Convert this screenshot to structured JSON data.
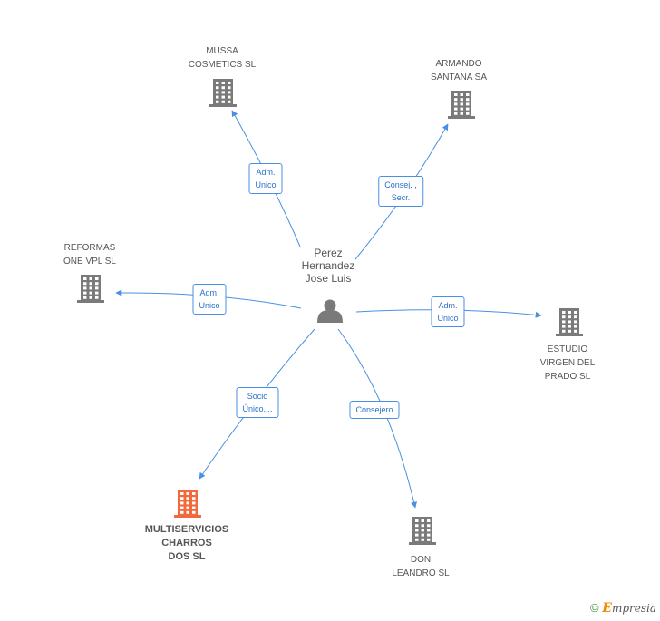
{
  "center": {
    "lines": [
      "Perez",
      "Hernandez",
      "Jose Luis"
    ],
    "icon": "person-icon"
  },
  "nodes": [
    {
      "id": "mussa",
      "lines": [
        "MUSSA",
        "COSMETICS  SL"
      ],
      "icon": "building-icon",
      "color": "#7a7a7a",
      "highlight": false
    },
    {
      "id": "armando",
      "lines": [
        "ARMANDO",
        "SANTANA SA"
      ],
      "icon": "building-icon",
      "color": "#7a7a7a",
      "highlight": false
    },
    {
      "id": "reformas",
      "lines": [
        "REFORMAS",
        "ONE VPL SL"
      ],
      "icon": "building-icon",
      "color": "#7a7a7a",
      "highlight": false
    },
    {
      "id": "estudio",
      "lines": [
        "ESTUDIO",
        "VIRGEN DEL",
        "PRADO SL"
      ],
      "icon": "building-icon",
      "color": "#7a7a7a",
      "highlight": false
    },
    {
      "id": "multiservicios",
      "lines": [
        "MULTISERVICIOS",
        "CHARROS",
        "DOS SL"
      ],
      "icon": "building-icon",
      "color": "#f26a3c",
      "highlight": true
    },
    {
      "id": "don",
      "lines": [
        "DON",
        "LEANDRO SL"
      ],
      "icon": "building-icon",
      "color": "#7a7a7a",
      "highlight": false
    }
  ],
  "edges": [
    {
      "to": "mussa",
      "lines": [
        "Adm.",
        "Unico"
      ]
    },
    {
      "to": "armando",
      "lines": [
        "Consej. ,",
        "Secr."
      ]
    },
    {
      "to": "reformas",
      "lines": [
        "Adm.",
        "Unico"
      ]
    },
    {
      "to": "estudio",
      "lines": [
        "Adm.",
        "Unico"
      ]
    },
    {
      "to": "multiservicios",
      "lines": [
        "Socio",
        "Único,..."
      ]
    },
    {
      "to": "don",
      "lines": [
        "Consejero"
      ]
    }
  ],
  "colors": {
    "edge": "#4a90e2",
    "node": "#7a7a7a",
    "highlight": "#f26a3c",
    "person": "#7a7a7a"
  },
  "footer": {
    "copyright": "©",
    "brand_first": "E",
    "brand_rest": "mpresia"
  }
}
